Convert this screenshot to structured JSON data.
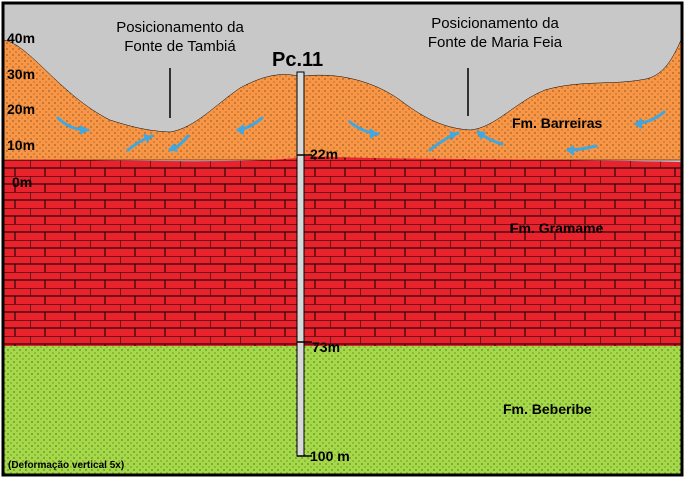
{
  "springs": {
    "tambia": {
      "line1": "Posicionamento da",
      "line2": "Fonte de Tambiá"
    },
    "maria_feia": {
      "line1": "Posicionamento da",
      "line2": "Fonte de Maria Feia"
    }
  },
  "well": {
    "name": "Pc.11",
    "depth_22": "22m",
    "depth_73": "73m",
    "depth_100": "100 m"
  },
  "elevation_scale": [
    "40m",
    "30m",
    "20m",
    "10m",
    "0m"
  ],
  "formations": {
    "barreiras": "Fm. Barreiras",
    "gramame": "Fm. Gramame",
    "beberibe": "Fm. Beberibe"
  },
  "note": "(Deformação vertical 5x)",
  "colors": {
    "sky": "#c8c8c8",
    "barreiras": "#f79646",
    "gramame": "#e8232d",
    "beberibe": "#a6d94a",
    "arrows": "#3fa8e0",
    "frame": "#000000"
  },
  "icons": {
    "flow": "flow-arrow-icon"
  }
}
